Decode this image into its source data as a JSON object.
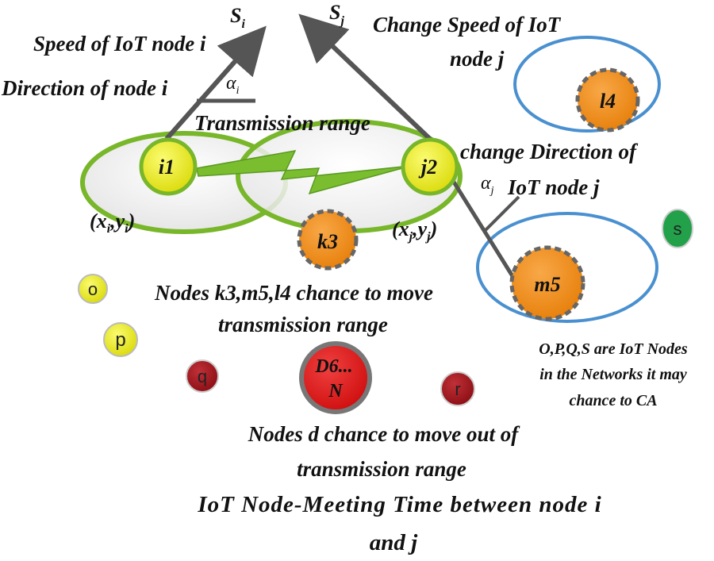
{
  "labels": {
    "speed_i": "Speed of IoT node i",
    "direction_i": "Direction of node i",
    "transmission_range": "Transmission range",
    "change_speed_j_line1": "Change Speed of IoT",
    "change_speed_j_line2": "node j",
    "change_direction_j_line1": "change Direction of",
    "change_direction_j_line2": "IoT node j",
    "nodes_move_line1": "Nodes k3,m5,l4 chance to move",
    "nodes_move_line2": "transmission range",
    "iot_nodes_line1": "O,P,Q,S are IoT Nodes",
    "iot_nodes_line2": "in the Networks it may",
    "iot_nodes_line3": "chance to CA",
    "nodes_d_line1": "Nodes d chance to move out of",
    "nodes_d_line2": "transmission range",
    "caption_line1": "IoT Node-Meeting Time between node i",
    "caption_line2": "and j"
  },
  "symbols": {
    "s": "S",
    "s_i_sub": "i",
    "s_j_sub": "j",
    "alpha": "α",
    "alpha_i_sub": "i",
    "alpha_j_sub": "j",
    "coord_i_open": "(x",
    "coord_i_sub1": "i",
    "coord_i_mid": ",y",
    "coord_i_sub2": "i",
    "coord_i_close": ")",
    "coord_j_open": "(x",
    "coord_j_sub1": "j",
    "coord_j_mid": ",y",
    "coord_j_sub2": "j",
    "coord_j_close": ")"
  },
  "nodes": {
    "i1": "i1",
    "j2": "j2",
    "k3": "k3",
    "l4": "l4",
    "m5": "m5",
    "d6_line1": "D6...",
    "d6_line2": "N",
    "o": "o",
    "p": "p",
    "q": "q",
    "r": "r",
    "s": "s"
  },
  "colors": {
    "green_ring": "#78B62A",
    "blue_ring": "#4A90D0",
    "yellow_node": "#EEEE22",
    "orange_node": "#F39322",
    "red_node": "#E51E1E",
    "dark_red_node": "#A6141A",
    "green_node": "#23A04A",
    "arrow_gray": "#555555"
  }
}
